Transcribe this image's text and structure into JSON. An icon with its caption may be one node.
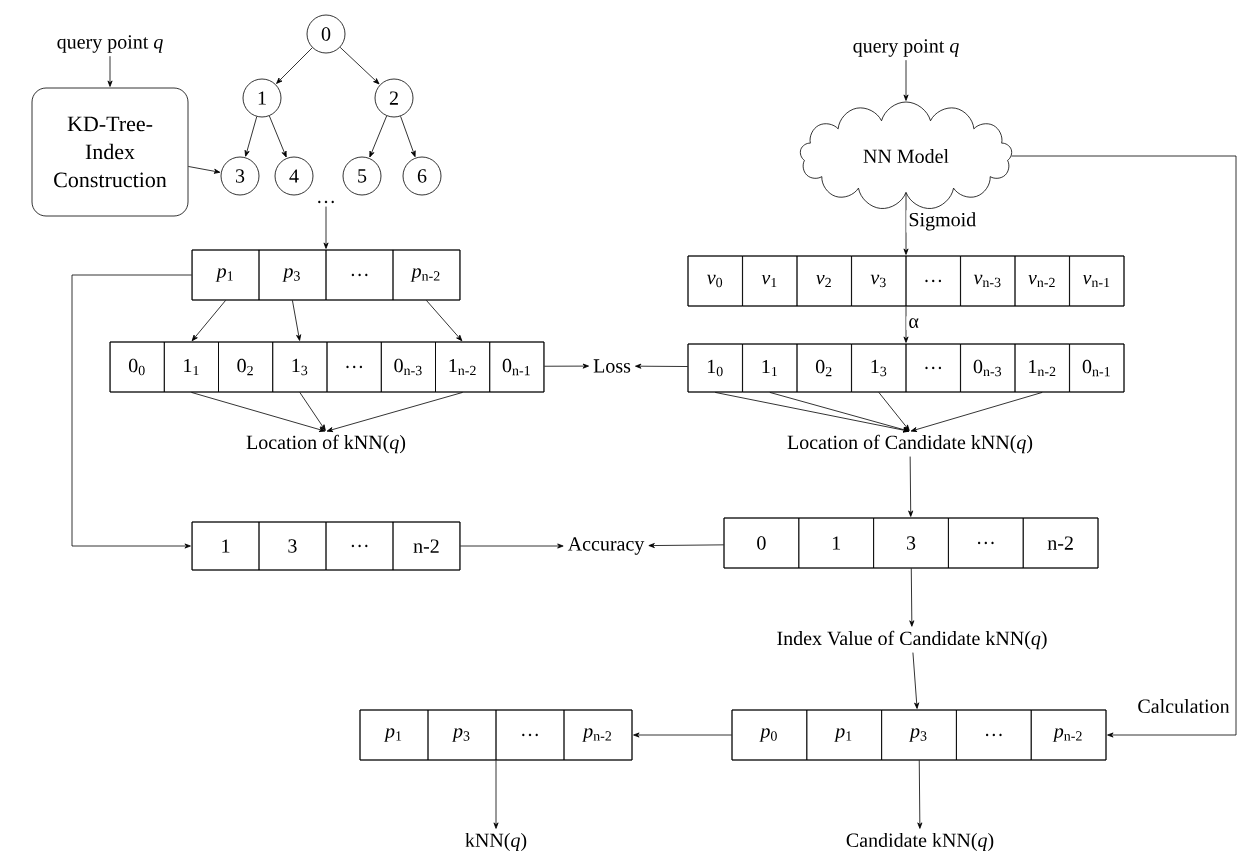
{
  "diagram": {
    "nodes": [
      {
        "text": [
          "query point *q*"
        ]
      },
      {
        "text": [
          "KD-Tree-Index Construction"
        ]
      },
      {
        "text": [
          "0"
        ]
      },
      {
        "text": [
          "1"
        ]
      },
      {
        "text": [
          "2"
        ]
      },
      {
        "text": [
          "3"
        ]
      },
      {
        "text": [
          "4"
        ]
      },
      {
        "text": [
          "5"
        ]
      },
      {
        "text": [
          "6"
        ]
      },
      {
        "text": [
          "…"
        ]
      },
      {
        "text": [],
        "shape": "box"
      },
      {
        "text": [
          "*p*$_{1}$"
        ],
        "in": 10
      },
      {
        "text": [
          "*p*$_{3}$"
        ],
        "in": 10
      },
      {
        "text": [
          "…"
        ],
        "in": 10
      },
      {
        "text": [
          "*p*$_{n-2}$"
        ],
        "in": 10
      },
      {
        "text": [],
        "shape": "box"
      },
      {
        "text": [
          "0$_{0}$"
        ],
        "in": 15
      },
      {
        "text": [
          "1$_{1}$"
        ],
        "in": 15
      },
      {
        "text": [
          "0$_{2}$"
        ],
        "in": 15
      },
      {
        "text": [
          "1$_{3}$"
        ],
        "in": 15
      },
      {
        "text": [
          "…"
        ],
        "in": 15
      },
      {
        "text": [
          "0$_{n-3}$"
        ],
        "in": 15
      },
      {
        "text": [
          "1$_{n-2}$"
        ],
        "in": 15
      },
      {
        "text": [
          "0$_{n-1}$"
        ],
        "in": 15
      },
      {
        "text": [
          "Loss"
        ]
      },
      {
        "text": [
          "Location of kNN(*q*)"
        ]
      },
      {
        "text": [],
        "shape": "box"
      },
      {
        "text": [
          "1"
        ],
        "in": 26
      },
      {
        "text": [
          "3"
        ],
        "in": 26
      },
      {
        "text": [
          "…"
        ],
        "in": 26
      },
      {
        "text": [
          "n-2"
        ],
        "in": 26
      },
      {
        "text": [
          "Accuracy"
        ]
      },
      {
        "text": [
          "query point *q*"
        ]
      },
      {
        "text": [
          "NN Model"
        ]
      },
      {
        "text": [],
        "shape": "box"
      },
      {
        "text": [
          "*v*$_{0}$"
        ],
        "in": 34
      },
      {
        "text": [
          "*v*$_{1}$"
        ],
        "in": 34
      },
      {
        "text": [
          "*v*$_{2}$"
        ],
        "in": 34
      },
      {
        "text": [
          "*v*$_{3}$"
        ],
        "in": 34
      },
      {
        "text": [
          "…"
        ],
        "in": 34
      },
      {
        "text": [
          "*v*$_{n-3}$"
        ],
        "in": 34
      },
      {
        "text": [
          "*v*$_{n-2}$"
        ],
        "in": 34
      },
      {
        "text": [
          "*v*$_{n-1}$"
        ],
        "in": 34
      },
      {
        "text": [],
        "shape": "box"
      },
      {
        "text": [
          "1$_{0}$"
        ],
        "in": 43
      },
      {
        "text": [
          "1$_{1}$"
        ],
        "in": 43
      },
      {
        "text": [
          "0$_{2}$"
        ],
        "in": 43
      },
      {
        "text": [
          "1$_{3}$"
        ],
        "in": 43
      },
      {
        "text": [
          "…"
        ],
        "in": 43
      },
      {
        "text": [
          "0$_{n-3}$"
        ],
        "in": 43
      },
      {
        "text": [
          "1$_{n-2}$"
        ],
        "in": 43
      },
      {
        "text": [
          "0$_{n-1}$"
        ],
        "in": 43
      },
      {
        "text": [
          "Location of Candidate kNN(*q*)"
        ]
      },
      {
        "text": [],
        "shape": "box"
      },
      {
        "text": [
          "0"
        ],
        "in": 53
      },
      {
        "text": [
          "1"
        ],
        "in": 53
      },
      {
        "text": [
          "3"
        ],
        "in": 53
      },
      {
        "text": [
          "…"
        ],
        "in": 53
      },
      {
        "text": [
          "n-2"
        ],
        "in": 53
      },
      {
        "text": [
          "Index Value of Candidate kNN(*q*)"
        ]
      },
      {
        "text": [],
        "shape": "box"
      },
      {
        "text": [
          "*p*$_{1}$"
        ],
        "in": 60
      },
      {
        "text": [
          "*p*$_{3}$"
        ],
        "in": 60
      },
      {
        "text": [
          "…"
        ],
        "in": 60
      },
      {
        "text": [
          "*p*$_{n-2}$"
        ],
        "in": 60
      },
      {
        "text": [],
        "shape": "box"
      },
      {
        "text": [
          "*p*$_{0}$"
        ],
        "in": 65
      },
      {
        "text": [
          "*p*$_{1}$"
        ],
        "in": 65
      },
      {
        "text": [
          "*p*$_{3}$"
        ],
        "in": 65
      },
      {
        "text": [
          "…"
        ],
        "in": 65
      },
      {
        "text": [
          "*p*$_{n-2}$"
        ],
        "in": 65
      },
      {
        "text": [
          "kNN(*q*)"
        ]
      },
      {
        "text": [
          "Candidate kNN(*q*)"
        ]
      }
    ],
    "edges": [
      {
        "from": 0,
        "to": 1,
        "arrow": "to"
      },
      {
        "from": 1,
        "to": 5,
        "arrow": "to"
      },
      {
        "from": 2,
        "to": 3,
        "arrow": "to"
      },
      {
        "from": 2,
        "to": 4,
        "arrow": "to"
      },
      {
        "from": 3,
        "to": 5,
        "arrow": "to"
      },
      {
        "from": 3,
        "to": 6,
        "arrow": "to"
      },
      {
        "from": 4,
        "to": 7,
        "arrow": "to"
      },
      {
        "from": 4,
        "to": 8,
        "arrow": "to"
      },
      {
        "from": 9,
        "to": 10,
        "arrow": "to"
      },
      {
        "from": 11,
        "to": 17,
        "arrow": "to"
      },
      {
        "from": 12,
        "to": 19,
        "arrow": "to"
      },
      {
        "from": 14,
        "to": 22,
        "arrow": "to"
      },
      {
        "from": 10,
        "to": 26,
        "arrow": "to"
      },
      {
        "from": 17,
        "to": 25,
        "arrow": "to"
      },
      {
        "from": 19,
        "to": 25,
        "arrow": "to"
      },
      {
        "from": 22,
        "to": 25,
        "arrow": "to"
      },
      {
        "from": 15,
        "to": 24,
        "arrow": "to"
      },
      {
        "from": 43,
        "to": 24,
        "arrow": "to"
      },
      {
        "from": 32,
        "to": 33,
        "arrow": "to"
      },
      {
        "from": 33,
        "to": 34,
        "arrow": "to",
        "label": "Sigmoid"
      },
      {
        "from": 34,
        "to": 43,
        "arrow": "to",
        "label": "α"
      },
      {
        "from": 44,
        "to": 52,
        "arrow": "to"
      },
      {
        "from": 45,
        "to": 52,
        "arrow": "to"
      },
      {
        "from": 47,
        "to": 52,
        "arrow": "to"
      },
      {
        "from": 50,
        "to": 52,
        "arrow": "to"
      },
      {
        "from": 52,
        "to": 53,
        "arrow": "to"
      },
      {
        "from": 53,
        "to": 31,
        "arrow": "to"
      },
      {
        "from": 26,
        "to": 31,
        "arrow": "to"
      },
      {
        "from": 53,
        "to": 59,
        "arrow": "to"
      },
      {
        "from": 59,
        "to": 65,
        "arrow": "to"
      },
      {
        "from": 65,
        "to": 60,
        "arrow": "to"
      },
      {
        "from": 60,
        "to": 71,
        "arrow": "to"
      },
      {
        "from": 65,
        "to": 72,
        "arrow": "to"
      },
      {
        "from": 33,
        "to": 65,
        "arrow": "to",
        "label": "Calculation"
      }
    ]
  }
}
